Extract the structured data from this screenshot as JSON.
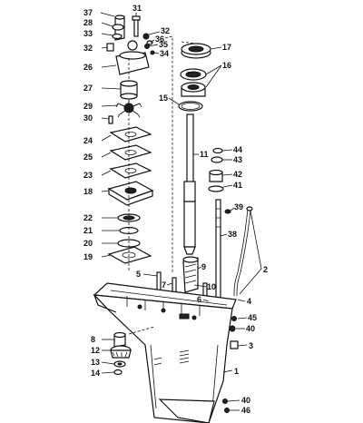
{
  "callouts": [
    {
      "id": "c37",
      "text": "37"
    },
    {
      "id": "c28",
      "text": "28"
    },
    {
      "id": "c33",
      "text": "33"
    },
    {
      "id": "c32a",
      "text": "32"
    },
    {
      "id": "c26",
      "text": "26"
    },
    {
      "id": "c27",
      "text": "27"
    },
    {
      "id": "c29",
      "text": "29"
    },
    {
      "id": "c30",
      "text": "30"
    },
    {
      "id": "c24",
      "text": "24"
    },
    {
      "id": "c25",
      "text": "25"
    },
    {
      "id": "c23",
      "text": "23"
    },
    {
      "id": "c18",
      "text": "18"
    },
    {
      "id": "c22",
      "text": "22"
    },
    {
      "id": "c21",
      "text": "21"
    },
    {
      "id": "c20",
      "text": "20"
    },
    {
      "id": "c19",
      "text": "19"
    },
    {
      "id": "c31",
      "text": "31"
    },
    {
      "id": "c32b",
      "text": "32"
    },
    {
      "id": "c36",
      "text": "36"
    },
    {
      "id": "c35",
      "text": "35"
    },
    {
      "id": "c34",
      "text": "34"
    },
    {
      "id": "c17",
      "text": "17"
    },
    {
      "id": "c16",
      "text": "16"
    },
    {
      "id": "c15",
      "text": "15"
    },
    {
      "id": "c11",
      "text": "11"
    },
    {
      "id": "c44",
      "text": "44"
    },
    {
      "id": "c43",
      "text": "43"
    },
    {
      "id": "c42",
      "text": "42"
    },
    {
      "id": "c41",
      "text": "41"
    },
    {
      "id": "c39",
      "text": "39"
    },
    {
      "id": "c38",
      "text": "38"
    },
    {
      "id": "c9",
      "text": "9"
    },
    {
      "id": "c2",
      "text": "2"
    },
    {
      "id": "c5",
      "text": "5"
    },
    {
      "id": "c7",
      "text": "7"
    },
    {
      "id": "c10",
      "text": "10"
    },
    {
      "id": "c6",
      "text": "6"
    },
    {
      "id": "c4",
      "text": "4"
    },
    {
      "id": "c45",
      "text": "45"
    },
    {
      "id": "c40a",
      "text": "40"
    },
    {
      "id": "c8",
      "text": "8"
    },
    {
      "id": "c12",
      "text": "12"
    },
    {
      "id": "c13",
      "text": "13"
    },
    {
      "id": "c14",
      "text": "14"
    },
    {
      "id": "c3",
      "text": "3"
    },
    {
      "id": "c1",
      "text": "1"
    },
    {
      "id": "c40b",
      "text": "40"
    },
    {
      "id": "c46",
      "text": "46"
    }
  ]
}
